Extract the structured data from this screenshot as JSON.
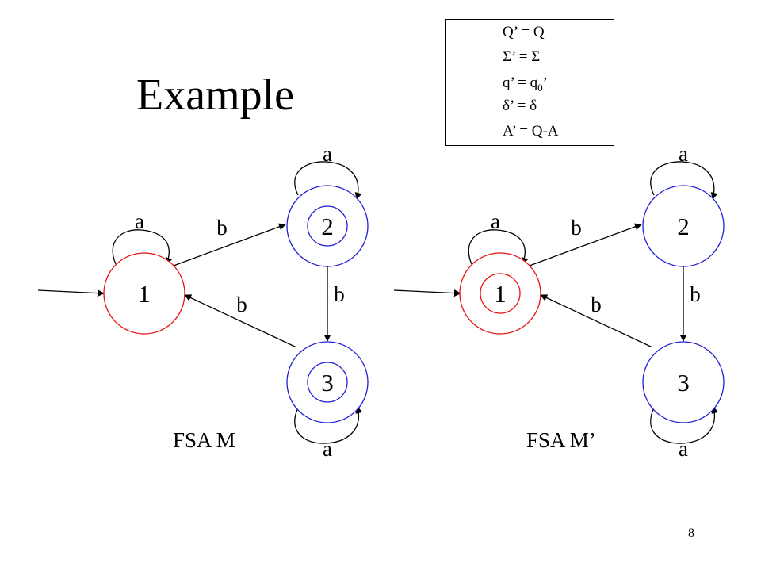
{
  "title": "Example",
  "definitions": {
    "q_set": "Q’ = Q",
    "sigma_prefix": "Σ’ = Σ",
    "start_prefix": "q’ = q",
    "start_sub": "0",
    "start_suffix": "’",
    "delta": "δ’ = δ",
    "accept": "A’ = Q-A"
  },
  "colors": {
    "start_state": "#e8120f",
    "other_state": "#1f1fd6",
    "edge": "#000000"
  },
  "machines": [
    {
      "caption": "FSA M",
      "states": [
        {
          "label": "1",
          "start": true,
          "accepting": false
        },
        {
          "label": "2",
          "start": false,
          "accepting": true
        },
        {
          "label": "3",
          "start": false,
          "accepting": true
        }
      ],
      "edge_labels": {
        "loop1": "a",
        "e12": "b",
        "loop2": "a",
        "e23": "b",
        "e31": "b",
        "loop3": "a"
      }
    },
    {
      "caption": "FSA M’",
      "states": [
        {
          "label": "1",
          "start": true,
          "accepting": true
        },
        {
          "label": "2",
          "start": false,
          "accepting": false
        },
        {
          "label": "3",
          "start": false,
          "accepting": false
        }
      ],
      "edge_labels": {
        "loop1": "a",
        "e12": "b",
        "loop2": "a",
        "e23": "b",
        "e31": "b",
        "loop3": "a"
      }
    }
  ],
  "page_number": "8"
}
